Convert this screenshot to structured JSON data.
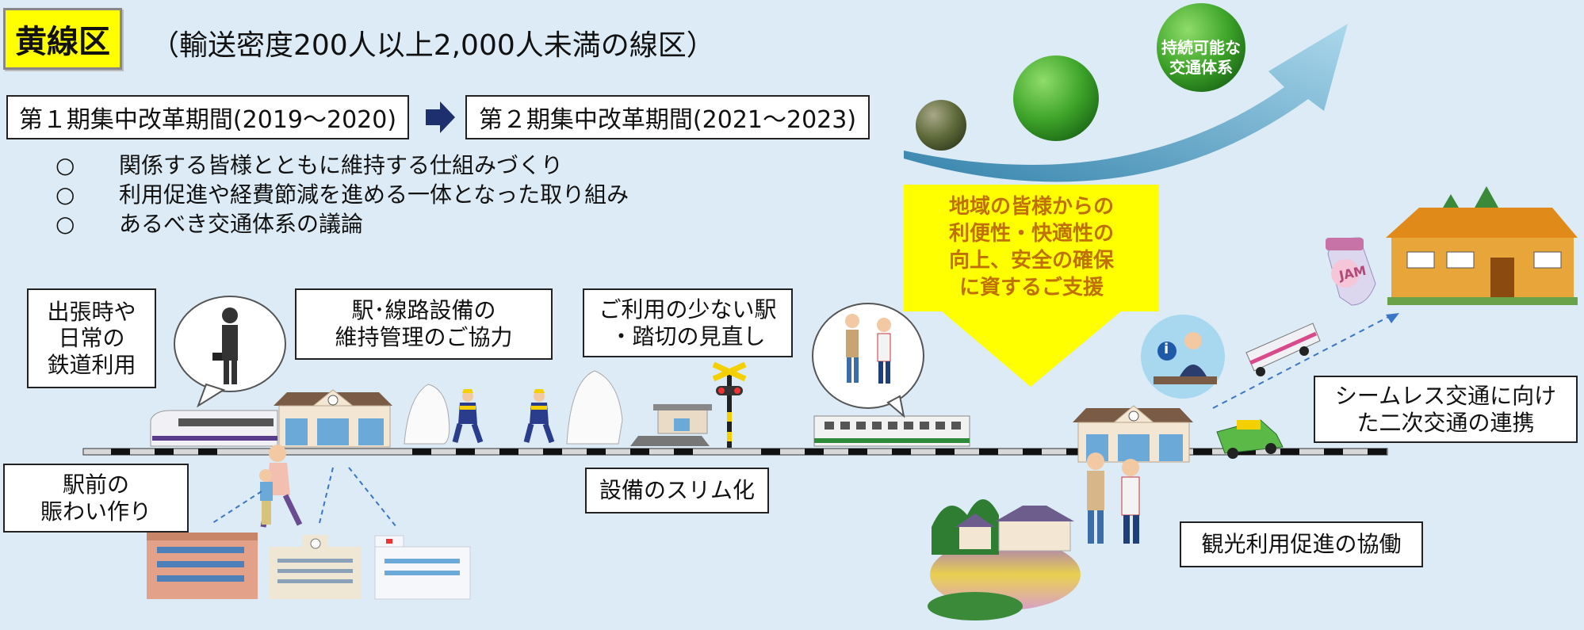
{
  "header": {
    "tag": "黄線区",
    "subtitle": "（輸送密度200人以上2,000人未満の線区）"
  },
  "periods": {
    "first": "第１期集中改革期間(2019～2020)",
    "second": "第２期集中改革期間(2021～2023)"
  },
  "bullets": [
    {
      "mark": "○",
      "text": "関係する皆様とともに維持する仕組みづくり"
    },
    {
      "mark": "○",
      "text": "利用促進や経費節減を進める一体となった取り組み"
    },
    {
      "mark": "○",
      "text": "あるべき交通体系の議論"
    }
  ],
  "sustainable": {
    "line1": "持続可能な",
    "line2": "交通体系"
  },
  "support": {
    "line1": "地域の皆様からの",
    "line2": "利便性・快適性の",
    "line3": "向上、安全の確保",
    "line4": "に資するご支援"
  },
  "labels": {
    "business": {
      "line1": "出張時や",
      "line2": "日常の",
      "line3": "鉄道利用"
    },
    "maintenance": {
      "line1": "駅･線路設備の",
      "line2": "維持管理のご協力"
    },
    "review": {
      "line1": "ご利用の少ない駅",
      "line2": "・踏切の見直し"
    },
    "seamless": {
      "line1": "シームレス交通に向け",
      "line2": "た二次交通の連携"
    },
    "station_front": {
      "line1": "駅前の",
      "line2": "賑わい作り"
    },
    "slim": "設備のスリム化",
    "tourism": "観光利用促進の協働"
  },
  "icons": {
    "jar_label": "JAM",
    "info_symbol": "i"
  },
  "colors": {
    "background": "#dcebf5",
    "tag_yellow": "#ffff00",
    "support_text": "#c07000",
    "arrow_navy": "#1d2f6f",
    "sphere_green": "#3fa52a"
  }
}
